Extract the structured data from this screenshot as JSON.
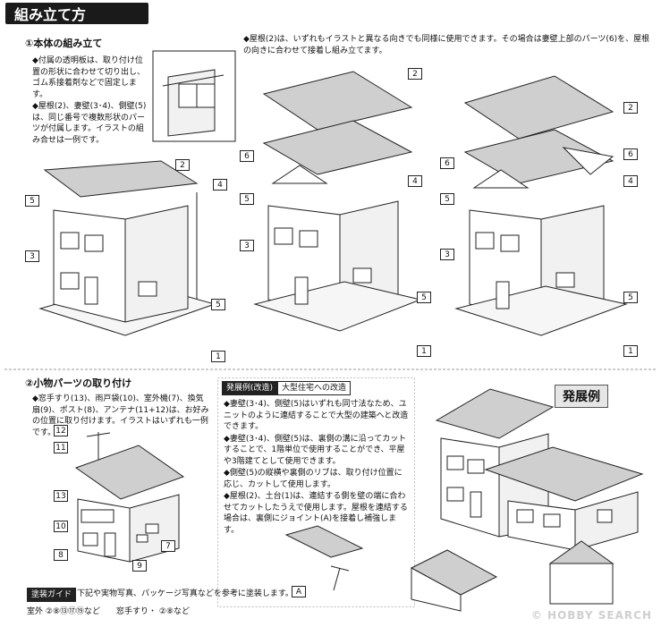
{
  "header": {
    "title": "組み立て方"
  },
  "section1": {
    "heading": "①本体の組み立て",
    "notes": [
      "◆付属の透明板は、取り付け位置の形状に合わせて切り出し、ゴム系接着剤などで固定します。",
      "◆屋根(2)、妻壁(3･4)、側壁(5)は、同じ番号で複数形状のパーツが付属します。イラストの組み合せは一例です。"
    ],
    "top_note": "◆屋根(2)は、いずれもイラストと異なる向きでも同様に使用できます。その場合は妻壁上部のパーツ(6)を、屋根の向きに合わせて接着し組み立てます。"
  },
  "section2": {
    "heading": "②小物パーツの取り付け",
    "note": "◆窓手すり(13)、雨戸袋(10)、室外機(7)、換気扇(9)、ポスト(8)、アンテナ(11+12)は、お好みの位置に取り付けます。イラストはいずれも一例です。"
  },
  "painting": {
    "label": "塗装ガイド",
    "text": "下記や実物写真、パッケージ写真などを参考に塗装します。",
    "line1_label": "室外",
    "line1_codes": "②⑧⑬⑰⑲など",
    "line2_label": "窓手すり・",
    "line2_codes": "②⑧など"
  },
  "example": {
    "tag": "発展例(改造)",
    "title": "大型住宅への改造",
    "notes": [
      "◆妻壁(3･4)、側壁(5)はいずれも同寸法なため、ユニットのように連結することで大型の建築へと改造できます。",
      "◆妻壁(3･4)、側壁(5)は、裏側の溝に沿ってカットすることで、1階単位で使用することができ、平屋や3階建てとして使用できます。",
      "◆側壁(5)の縦横や裏側のリブは、取り付け位置に応じ、カットして使用します。",
      "◆屋根(2)、土台(1)は、連結する側を壁の端に合わせてカットしたうえで使用します。屋根を連結する場合は、裏側にジョイント(A)を接着し補強します。"
    ],
    "joint_label": "A",
    "badge": "発展例"
  },
  "labels": {
    "p1": "1",
    "p2": "2",
    "p3": "3",
    "p4": "4",
    "p5": "5",
    "p6": "6",
    "p7": "7",
    "p8": "8",
    "p9": "9",
    "p10": "10",
    "p11": "11",
    "p12": "12",
    "p13": "13"
  },
  "watermark": "© HOBBY SEARCH"
}
